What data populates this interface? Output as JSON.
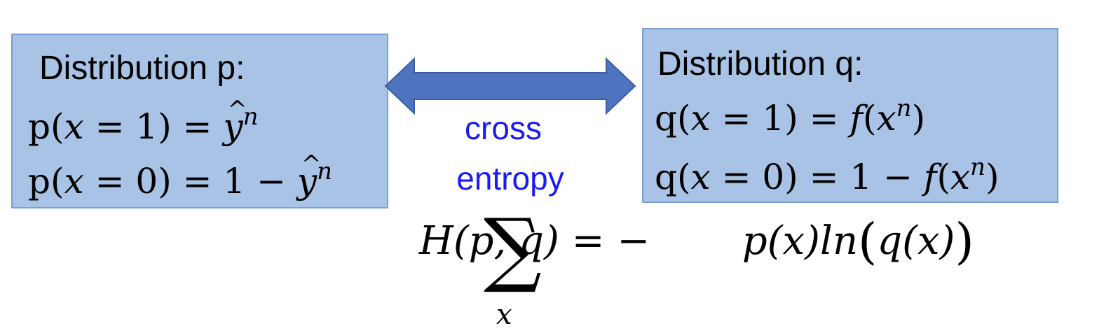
{
  "box_p": {
    "title": "Distribution p:",
    "eq1": {
      "func": "p",
      "arg": "x",
      "rest": " = 1) = ",
      "var": "y",
      "sup": "n"
    },
    "eq2": {
      "func": "p",
      "arg": "x",
      "rest": " = 0) = 1 − ",
      "var": "y",
      "sup": "n"
    }
  },
  "box_q": {
    "title": "Distribution q:",
    "eq1": {
      "func": "q",
      "arg": "x",
      "rest": " = 1) = ",
      "f": "f",
      "var": "x",
      "sup": "n"
    },
    "eq2": {
      "func": "q",
      "arg": "x",
      "rest": " = 0) = 1 − ",
      "f": "f",
      "var": "x",
      "sup": "n"
    }
  },
  "middle": {
    "line1": "cross",
    "line2": "entropy"
  },
  "formula": {
    "lhs": "H(p, q) = −",
    "sum_symbol": "∑",
    "sum_index": "x",
    "rhs_a": "p(x)ln",
    "rhs_b": "q(x)"
  },
  "colors": {
    "box_fill": "#a8c3e6",
    "box_border": "#7a9fd2",
    "arrow_fill": "#4f74bf",
    "arrow_stroke": "#3a5ea6",
    "label_color": "#1a1af5"
  }
}
